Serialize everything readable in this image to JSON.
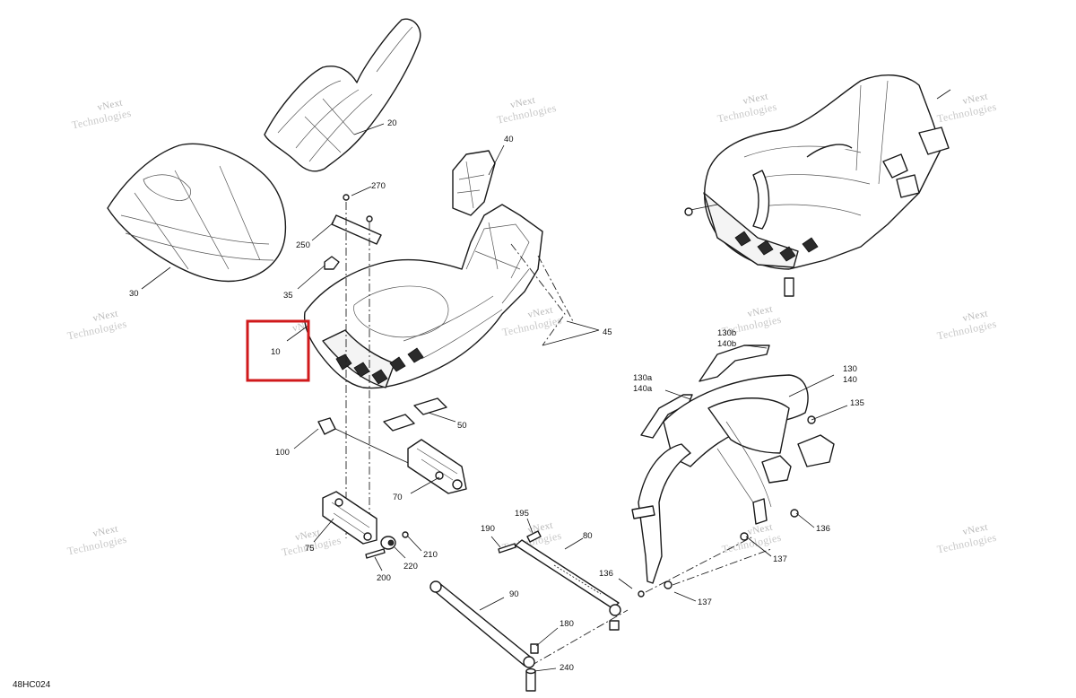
{
  "diagram_ref": "48HC024",
  "highlight": {
    "color": "#d0191b",
    "target_callout": "10"
  },
  "watermark": {
    "line1": "vNext",
    "line2": "Technologies",
    "line_combined": "vNext Technologies"
  },
  "callouts": {
    "c20": "20",
    "c30": "30",
    "c40": "40",
    "c270": "270",
    "c250": "250",
    "c35": "35",
    "c10": "10",
    "c45": "45",
    "c50": "50",
    "c100": "100",
    "c70": "70",
    "c75": "75",
    "c200": "200",
    "c220": "220",
    "c210": "210",
    "c190": "190",
    "c195": "195",
    "c80": "80",
    "c90": "90",
    "c136a": "136",
    "c136b": "136",
    "c137a": "137",
    "c137b": "137",
    "c180": "180",
    "c240": "240",
    "c130b": "130b",
    "c140b": "140b",
    "c130a": "130a",
    "c140a": "140a",
    "c130": "130",
    "c140": "140",
    "c135": "135"
  }
}
